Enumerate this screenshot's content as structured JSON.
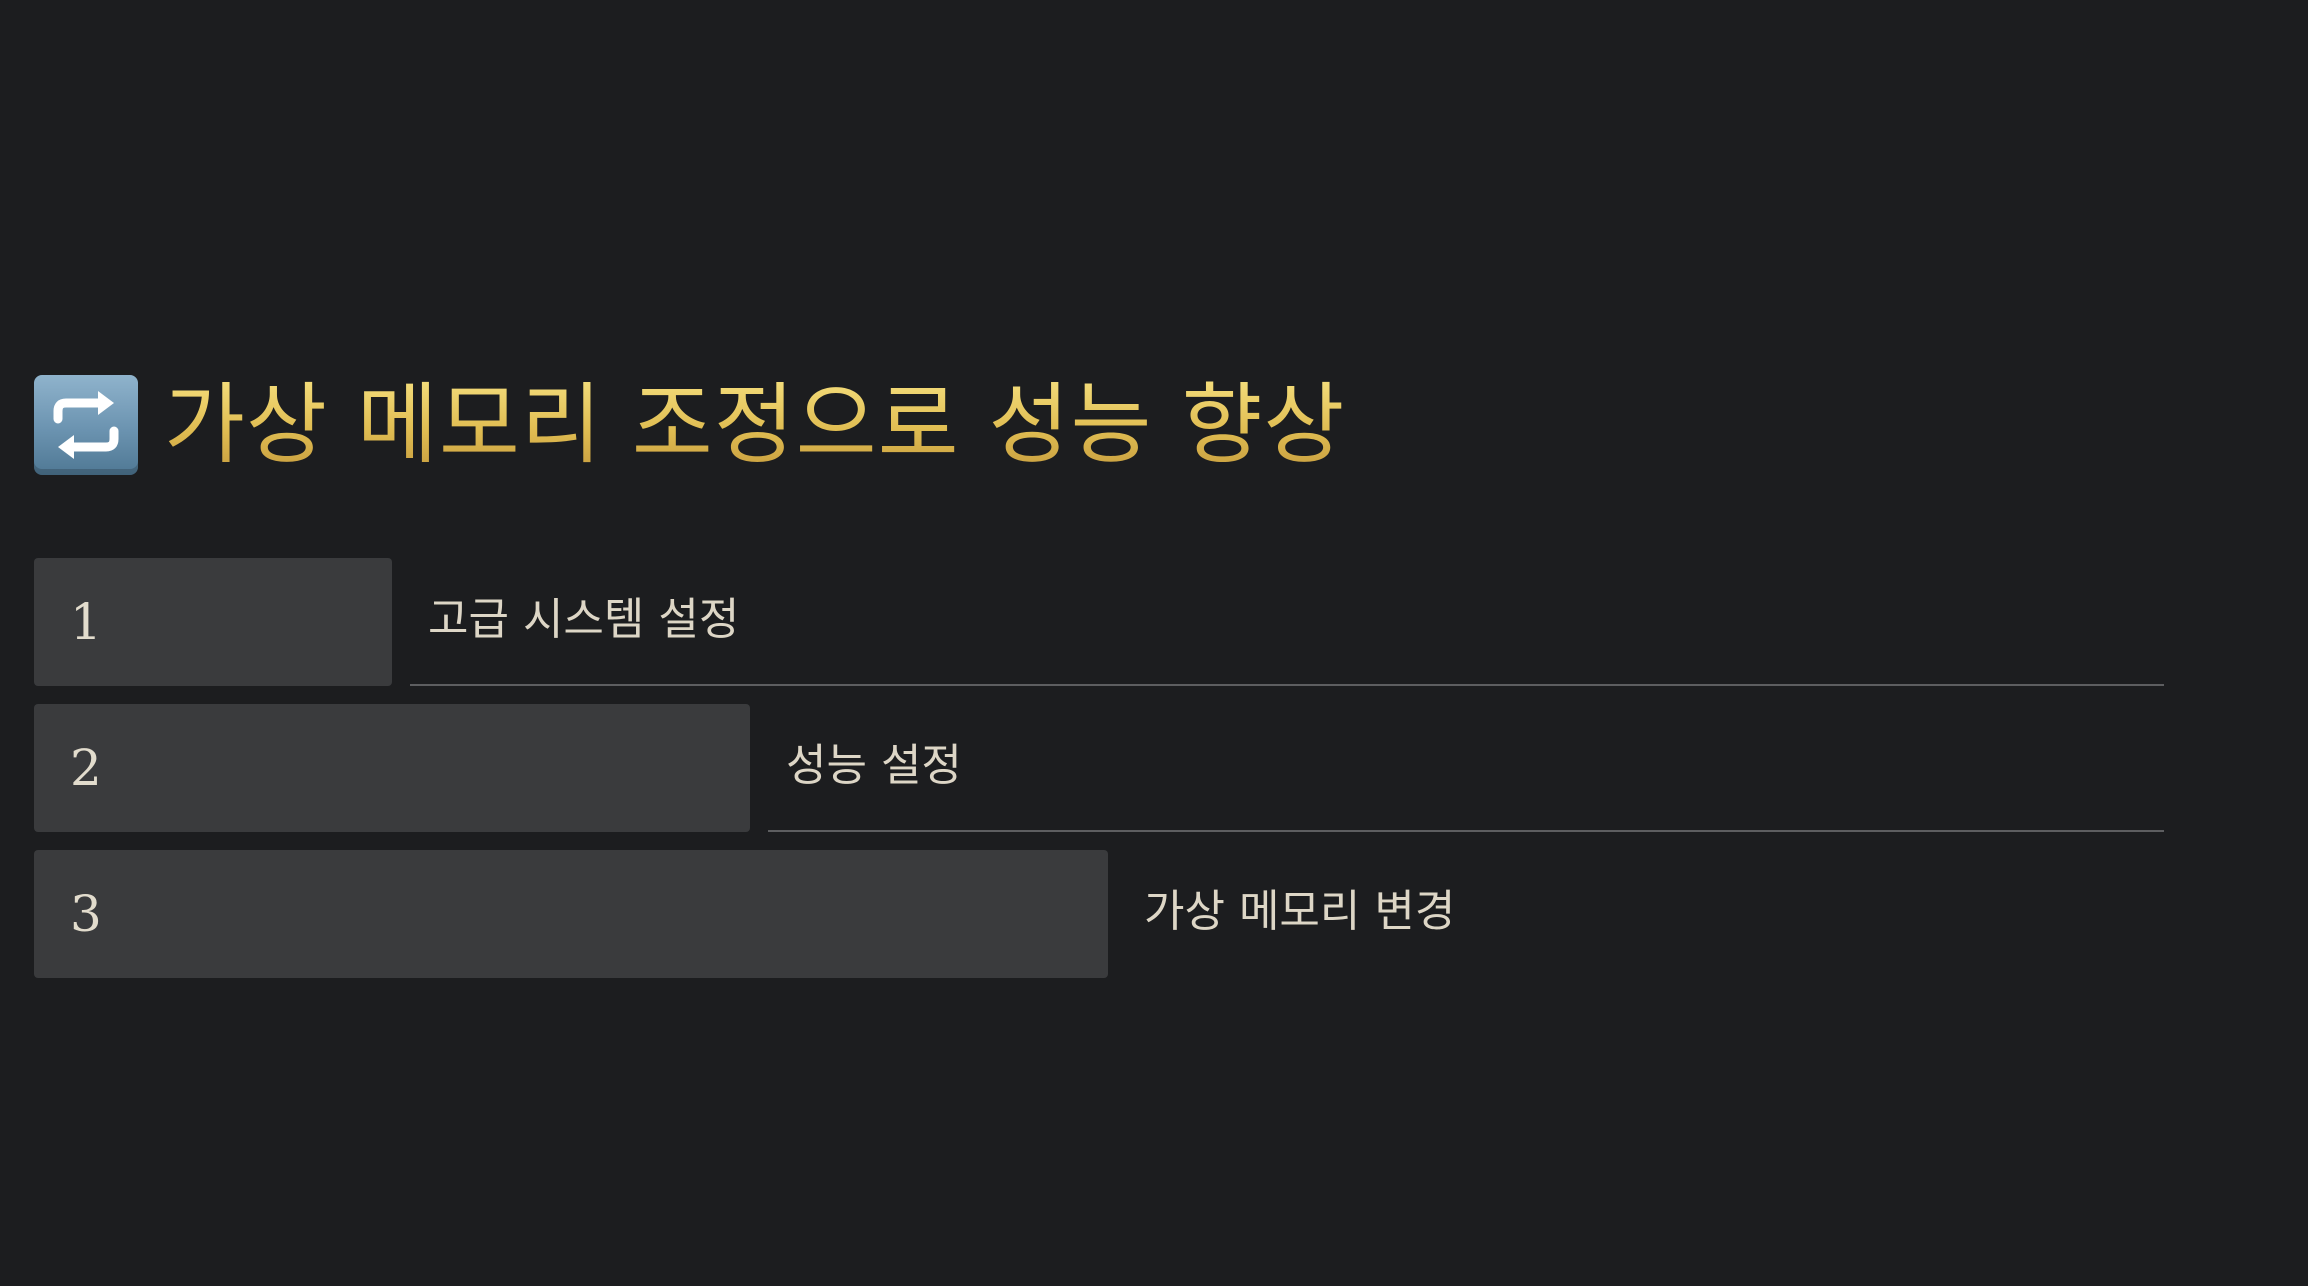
{
  "title": {
    "icon": "repeat-arrows-icon",
    "text": "가상 메모리 조정으로 성능 향상",
    "gradient_top": "#f3dc7a",
    "gradient_bottom": "#c9a040"
  },
  "steps": [
    {
      "number": "1",
      "label": "고급 시스템 설정",
      "progress": 1
    },
    {
      "number": "2",
      "label": "성능 설정",
      "progress": 2
    },
    {
      "number": "3",
      "label": "가상 메모리 변경",
      "progress": 3
    }
  ],
  "colors": {
    "background": "#1c1d1f",
    "bar": "#3a3b3d",
    "text": "#ddd6c6",
    "divider": "#5d5e60"
  }
}
